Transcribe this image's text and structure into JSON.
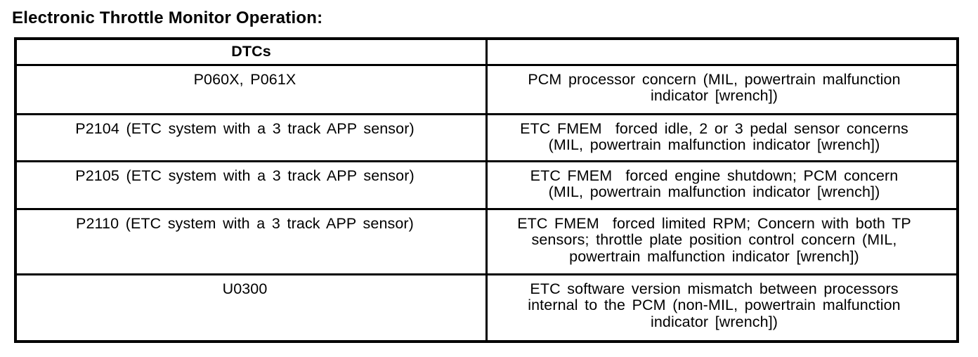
{
  "page": {
    "title": "Electronic Throttle Monitor Operation:"
  },
  "table": {
    "columns": [
      {
        "header": "DTCs"
      },
      {
        "header": ""
      }
    ],
    "rows": [
      {
        "dtc": "P060X, P061X",
        "description": "PCM processor concern (MIL, powertrain malfunction\nindicator [wrench])"
      },
      {
        "dtc": "P2104 (ETC system with a 3 track APP sensor)",
        "description": "ETC FMEM  forced idle, 2 or 3 pedal sensor concerns\n(MIL, powertrain malfunction indicator [wrench])"
      },
      {
        "dtc": "P2105 (ETC system with a 3 track APP sensor)",
        "description": "ETC FMEM  forced engine shutdown; PCM concern\n(MIL, powertrain malfunction indicator [wrench])"
      },
      {
        "dtc": "P2110 (ETC system with a 3 track APP sensor)",
        "description": "ETC FMEM  forced limited RPM; Concern with both TP\nsensors; throttle plate position control concern (MIL,\npowertrain malfunction indicator [wrench])"
      },
      {
        "dtc": "U0300",
        "description": "ETC software version mismatch between processors\ninternal to the PCM (non-MIL, powertrain malfunction\nindicator [wrench])"
      }
    ]
  }
}
